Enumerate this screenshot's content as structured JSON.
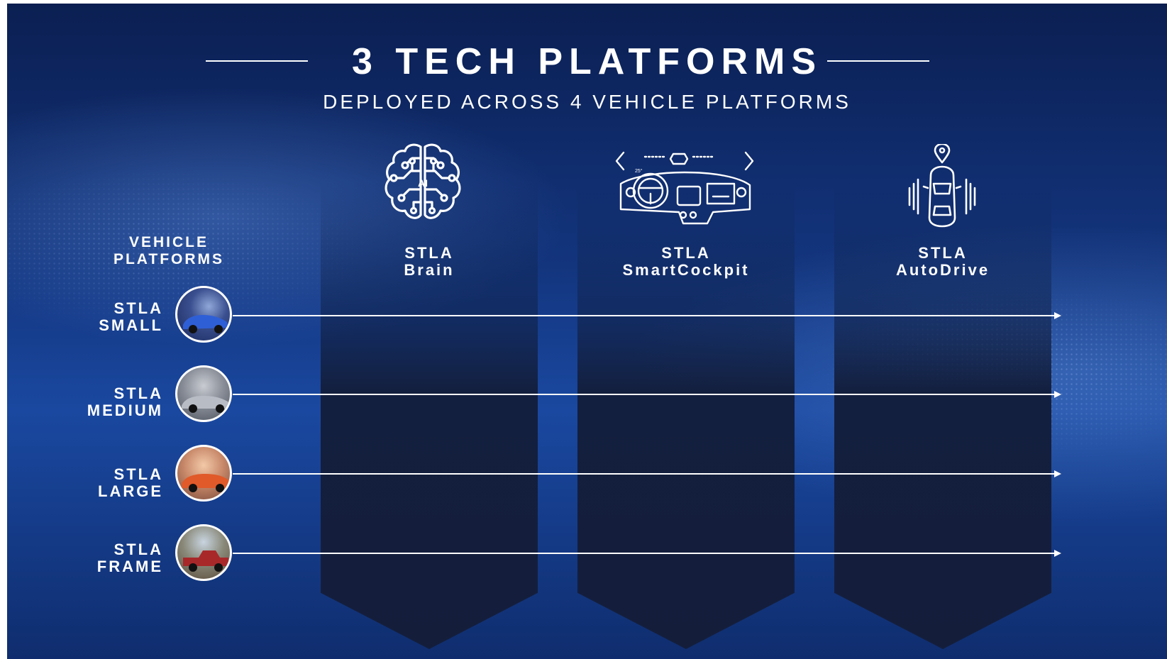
{
  "title": "3 TECH PLATFORMS",
  "subtitle": "DEPLOYED ACROSS 4 VEHICLE PLATFORMS",
  "vehicle_platforms_heading": [
    "VEHICLE",
    "PLATFORMS"
  ],
  "tech_platforms": [
    {
      "line1": "STLA",
      "line2": "Brain",
      "icon": "ai-brain-icon",
      "icon_text": "AI"
    },
    {
      "line1": "STLA",
      "line2": "SmartCockpit",
      "icon": "cockpit-dashboard-icon",
      "icon_text": "25°"
    },
    {
      "line1": "STLA",
      "line2": "AutoDrive",
      "icon": "autonomous-car-icon"
    }
  ],
  "vehicle_rows": [
    {
      "line1": "STLA",
      "line2": "SMALL",
      "image": "blue-hatchback-car-photo"
    },
    {
      "line1": "STLA",
      "line2": "MEDIUM",
      "image": "silver-sedan-car-photo"
    },
    {
      "line1": "STLA",
      "line2": "LARGE",
      "image": "orange-muscle-car-photo"
    },
    {
      "line1": "STLA",
      "line2": "FRAME",
      "image": "red-pickup-truck-photo"
    }
  ],
  "colors": {
    "background_dark": "#0b1f52",
    "background_mid": "#1a48a0",
    "column_panel": "#141e3b",
    "text": "#ffffff"
  }
}
